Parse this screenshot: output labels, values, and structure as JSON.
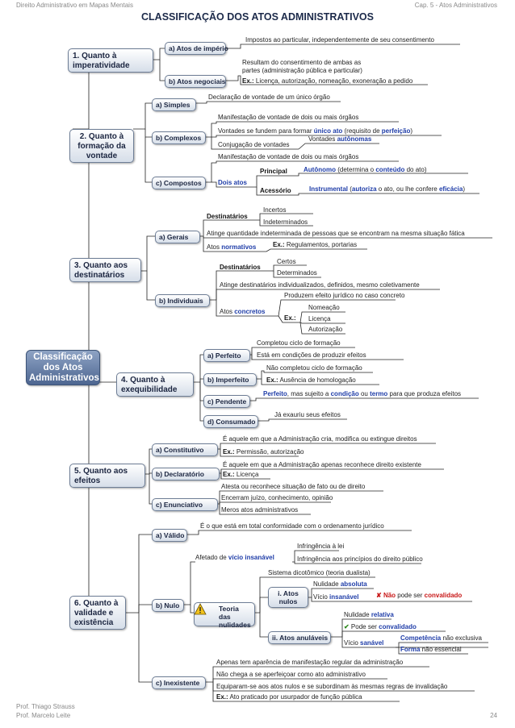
{
  "header": {
    "left": "Direito Administrativo em Mapas Mentais",
    "right": "Cap. 5 - Atos Administrativos"
  },
  "title": "CLASSIFICAÇÃO DOS ATOS ADMINISTRATIVOS",
  "root": "Classificação dos Atos Administrativos",
  "footer": {
    "author1": "Prof. Thiago Strauss",
    "author2": "Prof. Marcelo Leite",
    "page": "24"
  },
  "s1": {
    "label": "1. Quanto à imperatividade",
    "a_label": "a) Atos de império",
    "a_text": "Impostos ao particular, independentemente de seu consentimento",
    "b_label": "b) Atos negociais",
    "b_text1": "Resultam do consentimento de ambas as",
    "b_text2": "partes (administração pública e particular)",
    "b_ex": "Ex.:",
    "b_ex_text": "Licença, autorização, nomeação, exoneração a pedido"
  },
  "s2": {
    "label": "2. Quanto à formação da vontade",
    "a_label": "a) Simples",
    "a_text": "Declaração de vontade de um único órgão",
    "b_label": "b) Complexos",
    "b_text1": "Manifestação de vontade de dois ou mais órgãos",
    "b_text2_a": "Vontades se fundem para formar ",
    "b_text2_hl1": "único ato",
    "b_text2_b": " (requisito de ",
    "b_text2_hl2": "perfeição",
    "b_text2_c": ")",
    "b_text3": "Conjugação de vontades",
    "b_text4_a": "Vontades ",
    "b_text4_hl": "autônomas",
    "c_label": "c) Compostos",
    "c_text1": "Manifestação de vontade de dois ou mais órgãos",
    "c_dois": "Dois atos",
    "c_principal": "Principal",
    "c_principal_hl": "Autônomo",
    "c_principal_a": " (determina o ",
    "c_principal_hl2": "conteúdo",
    "c_principal_b": " do ato)",
    "c_acessorio": "Acessório",
    "c_acessorio_hl": "Instrumental",
    "c_acessorio_a": " (",
    "c_acessorio_hl2": "autoriza",
    "c_acessorio_b": " o ato, ou lhe confere ",
    "c_acessorio_hl3": "eficácia",
    "c_acessorio_c": ")"
  },
  "s3": {
    "label": "3. Quanto aos destinatários",
    "a_label": "a) Gerais",
    "a_dest": "Destinatários",
    "a_dest1": "Incertos",
    "a_dest2": "Indeterminados",
    "a_text1": "Atinge quantidade indeterminada de pessoas que se encontram na mesma situação fática",
    "a_atos_a": "Atos ",
    "a_atos_hl": "normativos",
    "a_ex": "Ex.:",
    "a_ex_text": "Regulamentos, portarias",
    "b_label": "b) Individuais",
    "b_dest": "Destinatários",
    "b_dest1": "Certos",
    "b_dest2": "Determinados",
    "b_text1": "Atinge destinatários individualizados, definidos, mesmo coletivamente",
    "b_text2": "Produzem efeito jurídico no caso concreto",
    "b_atos_a": "Atos ",
    "b_atos_hl": "concretos",
    "b_ex": "Ex.:",
    "b_ex1": "Nomeação",
    "b_ex2": "Licença",
    "b_ex3": "Autorização"
  },
  "s4": {
    "label": "4. Quanto à exequibilidade",
    "a_label": "a) Perfeito",
    "a_text1": "Completou ciclo de formação",
    "a_text2": "Está em condições de produzir efeitos",
    "b_label": "b) Imperfeito",
    "b_text1": "Não completou ciclo de formação",
    "b_ex": "Ex.:",
    "b_ex_text": "Ausência de homologação",
    "c_label": "c) Pendente",
    "c_hl1": "Perfeito",
    "c_t1": ", mas sujeito a ",
    "c_hl2": "condição",
    "c_t2": " ou ",
    "c_hl3": "termo",
    "c_t3": " para que produza efeitos",
    "d_label": "d) Consumado",
    "d_text": "Já exauriu seus efeitos"
  },
  "s5": {
    "label": "5. Quanto aos efeitos",
    "a_label": "a) Constitutivo",
    "a_text": "É aquele em que a Administração cria, modifica ou extingue direitos",
    "a_ex": "Ex.:",
    "a_ex_text": "Permissão, autorização",
    "b_label": "b) Declaratório",
    "b_text": "É aquele em que a Administração apenas reconhece direito existente",
    "b_ex": "Ex.:",
    "b_ex_text": "Licença",
    "c_label": "c) Enunciativo",
    "c_text1": "Atesta ou reconhece situação de fato ou de direito",
    "c_text2": "Encerram juízo, conhecimento, opinião",
    "c_text3": "Meros atos administrativos"
  },
  "s6": {
    "label": "6. Quanto à validade e existência",
    "a_label": "a) Válido",
    "a_text": "É o que está em total conformidade com o ordenamento jurídico",
    "b_label": "b) Nulo",
    "b_afetado_a": "Afetado de ",
    "b_afetado_hl": "vício insanável",
    "b_inf1": "Infringência à lei",
    "b_inf2": "Infringência aos princípios do direito público",
    "b_teoria": "Teoria das nulidades",
    "b_sistema": "Sistema dicotômico (teoria dualista)",
    "b_i_label": "i. Atos nulos",
    "b_nul_abs_a": "Nulidade ",
    "b_nul_abs_hl": "absoluta",
    "b_vicio_ins_a": "Vício ",
    "b_vicio_ins_hl": "insanável",
    "b_nao_mark": "✘",
    "b_nao_hl": "Não",
    "b_nao_t": " pode ser ",
    "b_nao_hl2": "convalidado",
    "b_ii_label": "ii. Atos anuláveis",
    "b_nul_rel_a": "Nulidade ",
    "b_nul_rel_hl": "relativa",
    "b_pode_mark": "✔",
    "b_pode_t": " Pode ser ",
    "b_pode_hl": "convalidado",
    "b_vicio_san_a": "Vício ",
    "b_vicio_san_hl": "sanável",
    "b_comp_hl": "Competência",
    "b_comp_t": " não exclusiva",
    "b_forma_hl": "Forma",
    "b_forma_t": " não essencial",
    "c_label": "c) Inexistente",
    "c_text1": "Apenas tem aparência de manifestação regular da administração",
    "c_text2": "Não chega a se aperfeiçoar como ato administrativo",
    "c_text3": "Equiparam-se aos atos nulos e se subordinam às mesmas regras de invalidação",
    "c_ex": "Ex.:",
    "c_ex_text": "Ato praticado por usurpador de função pública"
  }
}
